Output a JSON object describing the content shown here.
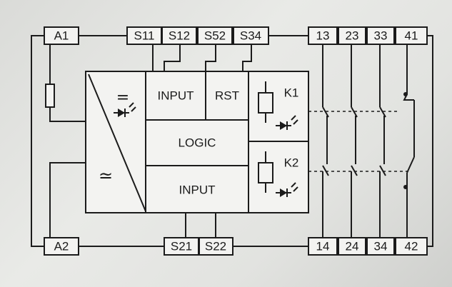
{
  "terminals": {
    "a1": "A1",
    "a2": "A2",
    "s11": "S11",
    "s12": "S12",
    "s52": "S52",
    "s34": "S34",
    "s21": "S21",
    "s22": "S22",
    "t13": "13",
    "t23": "23",
    "t33": "33",
    "t41": "41",
    "t14": "14",
    "t24": "24",
    "t34": "34",
    "t42": "42"
  },
  "blocks": {
    "input_top": "INPUT",
    "rst": "RST",
    "logic": "LOGIC",
    "input_bottom": "INPUT",
    "relay_k1": "K1",
    "relay_k2": "K2"
  },
  "symbols": {
    "dc": "=",
    "ac": "≃",
    "dc_name": "dc-symbol-icon",
    "ac_name": "ac-symbol-icon",
    "led_name": "led-icon",
    "coil_name": "relay-coil-icon",
    "fuse_name": "fuse-icon",
    "contact_name": "switch-contact-icon"
  },
  "colors": {
    "line": "#1b1b1b",
    "box_fill": "#f3f3f1",
    "background": "#e4e5e2"
  }
}
